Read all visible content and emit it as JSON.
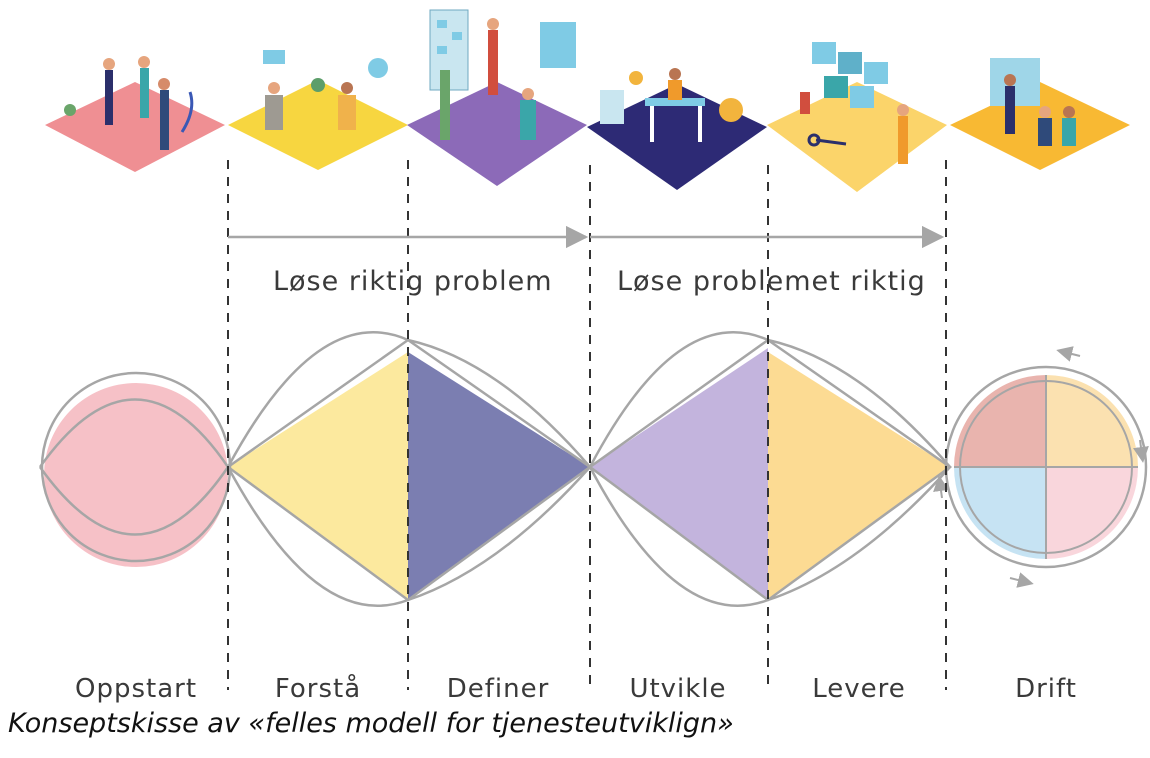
{
  "spans": [
    {
      "label": "Løse riktig problem"
    },
    {
      "label": "Løse problemet riktig"
    }
  ],
  "phases": [
    {
      "label": "Oppstart",
      "color": "#f4b6bd"
    },
    {
      "label": "Forstå",
      "color": "#fbe58d"
    },
    {
      "label": "Definer",
      "color": "#7b7eb1"
    },
    {
      "label": "Utvikle",
      "color": "#c3b4dd"
    },
    {
      "label": "Levere",
      "color": "#fcd98d"
    },
    {
      "label": "Drift",
      "color": "#f7d9a2"
    }
  ],
  "caption": "Konseptskisse av «felles modell for tjenesteutviklign»",
  "colors": {
    "line": "#a6a6a6",
    "dash": "#333333",
    "drift_quadrants": [
      "#e9b4ae",
      "#fbe1b0",
      "#c6e3f3",
      "#f9d6dc"
    ]
  },
  "icons": [
    "kickoff-scene-icon",
    "workshop-scene-icon",
    "board-scene-icon",
    "desk-scene-icon",
    "puzzle-scene-icon",
    "presentation-scene-icon"
  ]
}
